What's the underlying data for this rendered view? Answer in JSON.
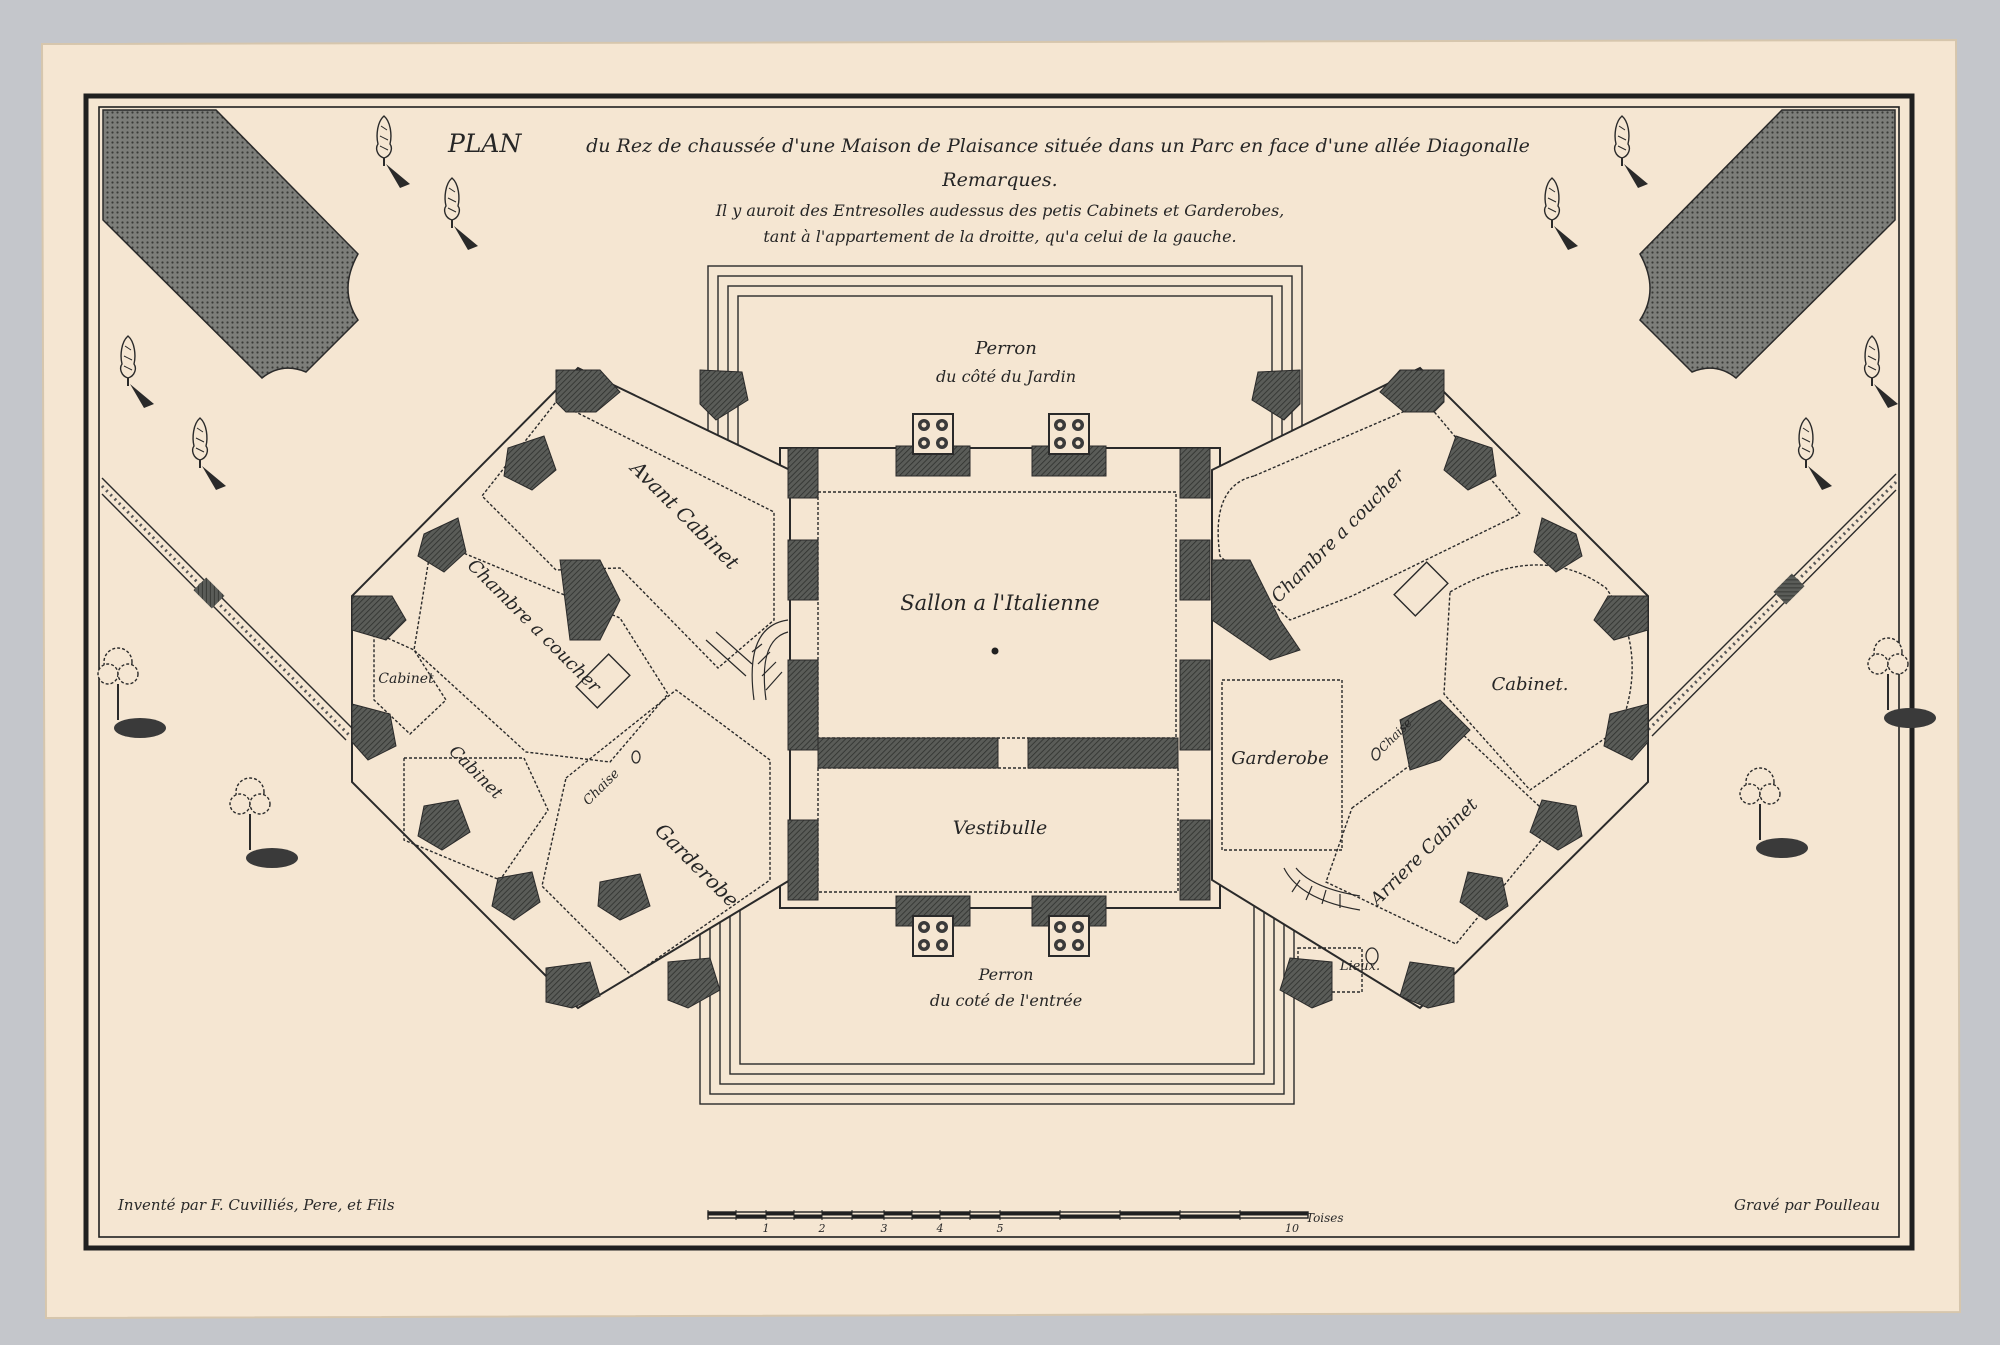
{
  "title": {
    "plan_word": "PLAN",
    "main": "du Rez de chaussée d'une Maison de Plaisance située dans un Parc en face d'une allée Diagonalle",
    "remarks_heading": "Remarques.",
    "remarks_line1": "Il y auroit des Entresolles audessus des petis Cabinets et Garderobes,",
    "remarks_line2": "tant à l'appartement de la droitte, qu'a celui de la gauche."
  },
  "rooms": {
    "perron_garden_1": "Perron",
    "perron_garden_2": "du côté du Jardin",
    "perron_entry_1": "Perron",
    "perron_entry_2": "du coté de l'entrée",
    "salon": "Sallon a l'Italienne",
    "vestibule": "Vestibulle",
    "left_avant_cabinet": "Avant Cabinet",
    "left_chambre": "Chambre a coucher",
    "left_cabinet_small": "Cabinet",
    "left_cabinet": "Cabinet",
    "left_chaise": "Chaise",
    "left_garderobe": "Garderobe",
    "right_chambre": "Chambre a coucher",
    "right_cabinet": "Cabinet.",
    "right_chaise": "Chaise",
    "right_garderobe": "Garderobe",
    "right_arriere_cabinet": "Arriere Cabinet",
    "right_lieux": "Lieux."
  },
  "credits": {
    "inventor": "Inventé par F. Cuvilliés, Pere, et Fils",
    "engraver": "Gravé par Poulleau"
  },
  "scale_bar": {
    "unit": "Toises",
    "ticks": [
      "1",
      "2",
      "3",
      "4",
      "5",
      "10"
    ]
  },
  "colors": {
    "paper": "#f5e6d2",
    "ink": "#262626",
    "hatch": "#4b4d4a",
    "background": "#c4c6cb"
  }
}
